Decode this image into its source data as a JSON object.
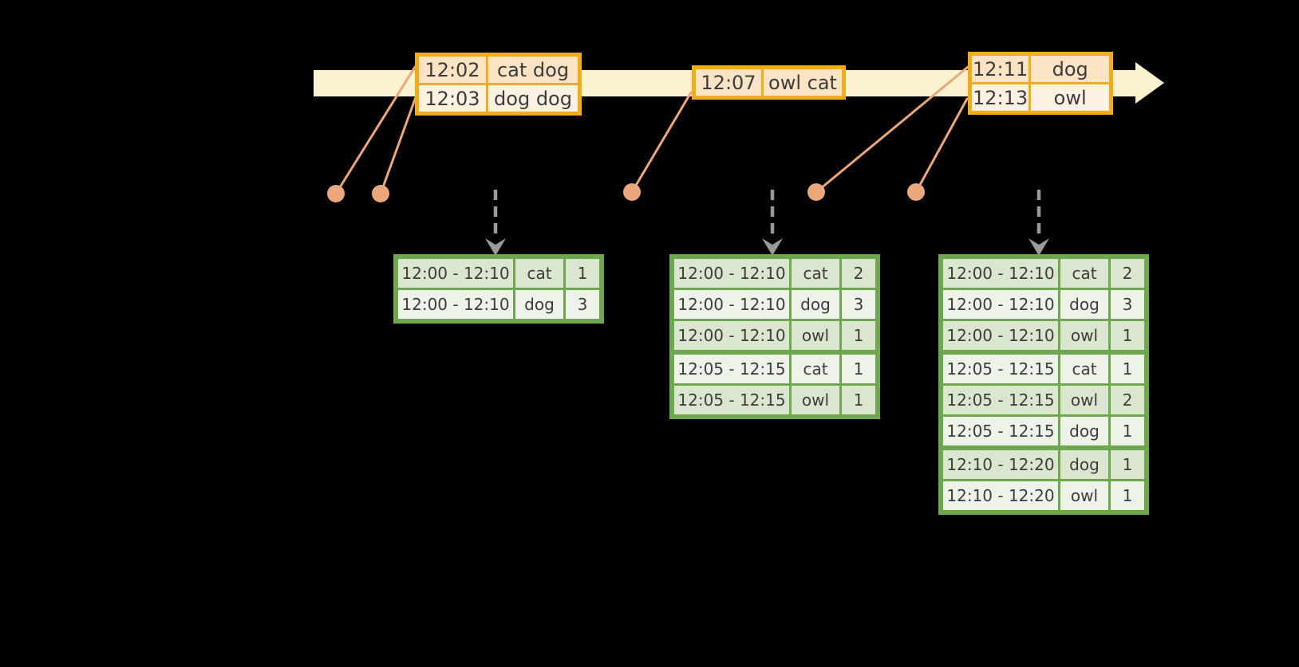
{
  "colors": {
    "background": "#000000",
    "timeline_fill": "#FDF2CF",
    "event_border": "#F1AC18",
    "event_row_dark": "#FBE3C3",
    "event_row_light": "#FDF1E2",
    "marker": "#ECA77D",
    "result_border": "#6EA74D",
    "result_row_dark": "#DBE6CE",
    "result_row_light": "#EEF3E9",
    "trigger_gray": "#9A9A9A",
    "cell_text": "#3C3C3C"
  },
  "icons": {
    "timeline": "right-arrow-icon",
    "event_marker": "dot-icon",
    "trigger": "dashed-down-arrow-icon"
  },
  "event_tables": [
    {
      "rows": [
        {
          "time": "12:02",
          "words": "cat dog"
        },
        {
          "time": "12:03",
          "words": "dog dog"
        }
      ]
    },
    {
      "rows": [
        {
          "time": "12:07",
          "words": "owl cat"
        }
      ]
    },
    {
      "rows": [
        {
          "time": "12:11",
          "words": "dog"
        },
        {
          "time": "12:13",
          "words": "owl"
        }
      ]
    }
  ],
  "result_tables": [
    {
      "rows": [
        {
          "window": "12:00 - 12:10",
          "word": "cat",
          "count": "1"
        },
        {
          "window": "12:00 - 12:10",
          "word": "dog",
          "count": "3"
        }
      ]
    },
    {
      "rows": [
        {
          "window": "12:00 - 12:10",
          "word": "cat",
          "count": "2"
        },
        {
          "window": "12:00 - 12:10",
          "word": "dog",
          "count": "3"
        },
        {
          "window": "12:00 - 12:10",
          "word": "owl",
          "count": "1"
        },
        {
          "window": "12:05 - 12:15",
          "word": "cat",
          "count": "1"
        },
        {
          "window": "12:05 - 12:15",
          "word": "owl",
          "count": "1"
        }
      ]
    },
    {
      "rows": [
        {
          "window": "12:00 - 12:10",
          "word": "cat",
          "count": "2"
        },
        {
          "window": "12:00 - 12:10",
          "word": "dog",
          "count": "3"
        },
        {
          "window": "12:00 - 12:10",
          "word": "owl",
          "count": "1"
        },
        {
          "window": "12:05 - 12:15",
          "word": "cat",
          "count": "1"
        },
        {
          "window": "12:05 - 12:15",
          "word": "owl",
          "count": "2"
        },
        {
          "window": "12:05 - 12:15",
          "word": "dog",
          "count": "1"
        },
        {
          "window": "12:10 - 12:20",
          "word": "dog",
          "count": "1"
        },
        {
          "window": "12:10 - 12:20",
          "word": "owl",
          "count": "1"
        }
      ]
    }
  ]
}
